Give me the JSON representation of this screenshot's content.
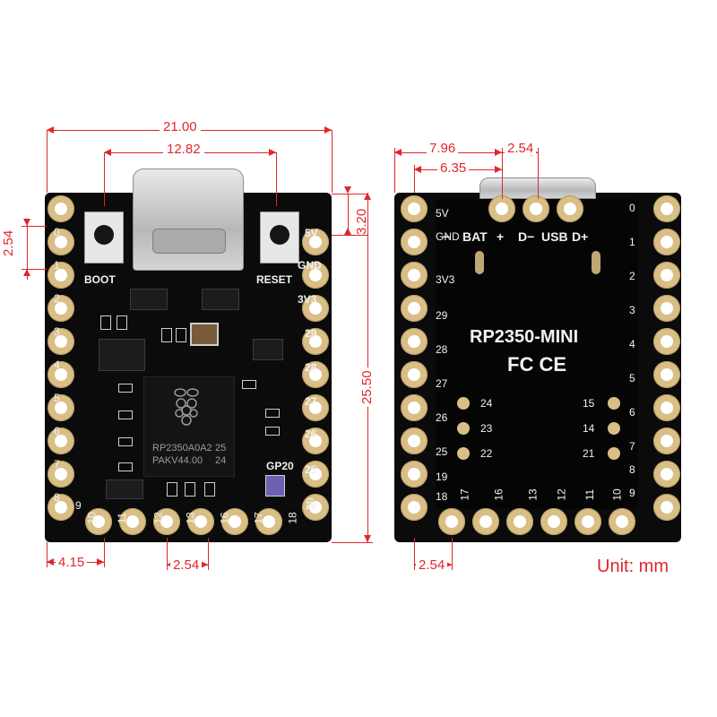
{
  "front": {
    "left_pins": [
      "0",
      "1",
      "2",
      "3",
      "4",
      "5",
      "6",
      "7",
      "8"
    ],
    "right_pins": [
      "5V",
      "GND",
      "3V3",
      "29",
      "28",
      "27",
      "26",
      "25"
    ],
    "bottom_pins": [
      "9",
      "10",
      "11",
      "12",
      "13",
      "16",
      "17",
      "18",
      "19"
    ],
    "boot_label": "BOOT",
    "reset_label": "RESET",
    "gp20_label": "GP20",
    "mcu_line1": "RP2350A0A2",
    "mcu_line2": "PAKV44.00",
    "mcu_code1": "25",
    "mcu_code2": "24"
  },
  "back": {
    "left_labels": [
      "5V",
      "GND",
      "3V3",
      "29",
      "28",
      "27",
      "26",
      "25",
      "19",
      "18"
    ],
    "right_labels": [
      "0",
      "1",
      "2",
      "3",
      "4",
      "5",
      "6",
      "7",
      "8",
      "9"
    ],
    "bottom_labels": [
      "17",
      "16",
      "13",
      "12",
      "11",
      "10"
    ],
    "top_labels": {
      "minus": "−",
      "bat": "BAT",
      "plus": "+",
      "dminus": "D−",
      "usb": "USB",
      "dplus": "D+"
    },
    "inner_left": [
      "24",
      "23",
      "22"
    ],
    "inner_right": [
      "15",
      "14",
      "21"
    ],
    "product_name": "RP2350-MINI",
    "cert_marks": "FC CE"
  },
  "dimensions": {
    "width_total": "21.00",
    "usb_span": "12.82",
    "pitch_left": "2.54",
    "pad_offset": "3.20",
    "height": "25.50",
    "bottom_offset": "4.15",
    "bottom_pitch": "2.54",
    "back_offset_a": "7.96",
    "back_pitch_top": "2.54",
    "back_offset_b": "6.35",
    "back_pitch_bottom": "2.54"
  },
  "unit_label": "Unit: mm",
  "colors": {
    "board": "#0b0b0c",
    "pad": "#d9bf86",
    "dimension": "#e0262a",
    "silkscreen": "#f2f2f2"
  }
}
